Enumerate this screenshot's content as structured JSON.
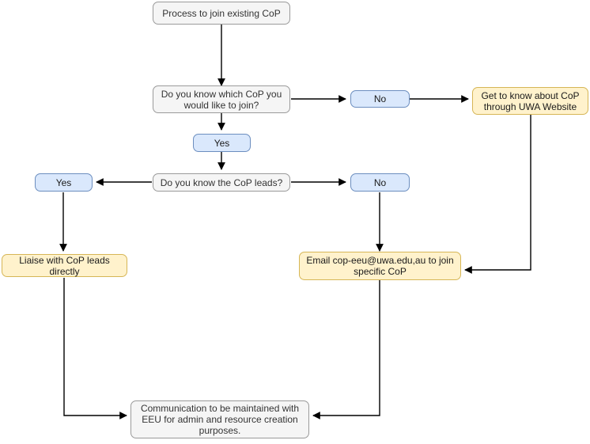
{
  "diagram": {
    "title": "Process to join existing CoP",
    "background_color": "#ffffff",
    "palette": {
      "grey_fill": "#f5f5f5",
      "grey_stroke": "#9a9a9a",
      "blue_fill": "#dae8fc",
      "blue_stroke": "#6c8ebf",
      "yellow_fill": "#fff2cc",
      "yellow_stroke": "#d6b656",
      "edge_stroke": "#000000"
    },
    "nodes": {
      "start": {
        "text": "Process to join existing CoP",
        "style": "grey"
      },
      "q_which_cop": {
        "text": "Do you know which CoP you\nwould like to join?",
        "style": "grey"
      },
      "which_no": {
        "text": "No",
        "style": "blue"
      },
      "get_to_know": {
        "text": "Get to know about CoP\nthrough UWA Website",
        "style": "yellow"
      },
      "which_yes": {
        "text": "Yes",
        "style": "blue"
      },
      "q_cop_leads": {
        "text": "Do you know the CoP leads?",
        "style": "grey"
      },
      "leads_yes": {
        "text": "Yes",
        "style": "blue"
      },
      "leads_no": {
        "text": "No",
        "style": "blue"
      },
      "liaise": {
        "text": "Liaise with CoP leads directly",
        "style": "yellow"
      },
      "email": {
        "text": "Email cop-eeu@uwa.edu,au to join\nspecific CoP",
        "style": "yellow"
      },
      "communication": {
        "text": "Communication to be maintained with\nEEU for admin and resource creation\npurposes.",
        "style": "grey"
      }
    },
    "edges": [
      {
        "from": "start",
        "to": "q_which_cop"
      },
      {
        "from": "q_which_cop",
        "to": "which_no"
      },
      {
        "from": "which_no",
        "to": "get_to_know"
      },
      {
        "from": "q_which_cop",
        "to": "which_yes"
      },
      {
        "from": "which_yes",
        "to": "q_cop_leads"
      },
      {
        "from": "q_cop_leads",
        "to": "leads_yes"
      },
      {
        "from": "q_cop_leads",
        "to": "leads_no"
      },
      {
        "from": "leads_yes",
        "to": "liaise"
      },
      {
        "from": "leads_no",
        "to": "email"
      },
      {
        "from": "get_to_know",
        "to": "email"
      },
      {
        "from": "liaise",
        "to": "communication"
      },
      {
        "from": "email",
        "to": "communication"
      }
    ]
  }
}
